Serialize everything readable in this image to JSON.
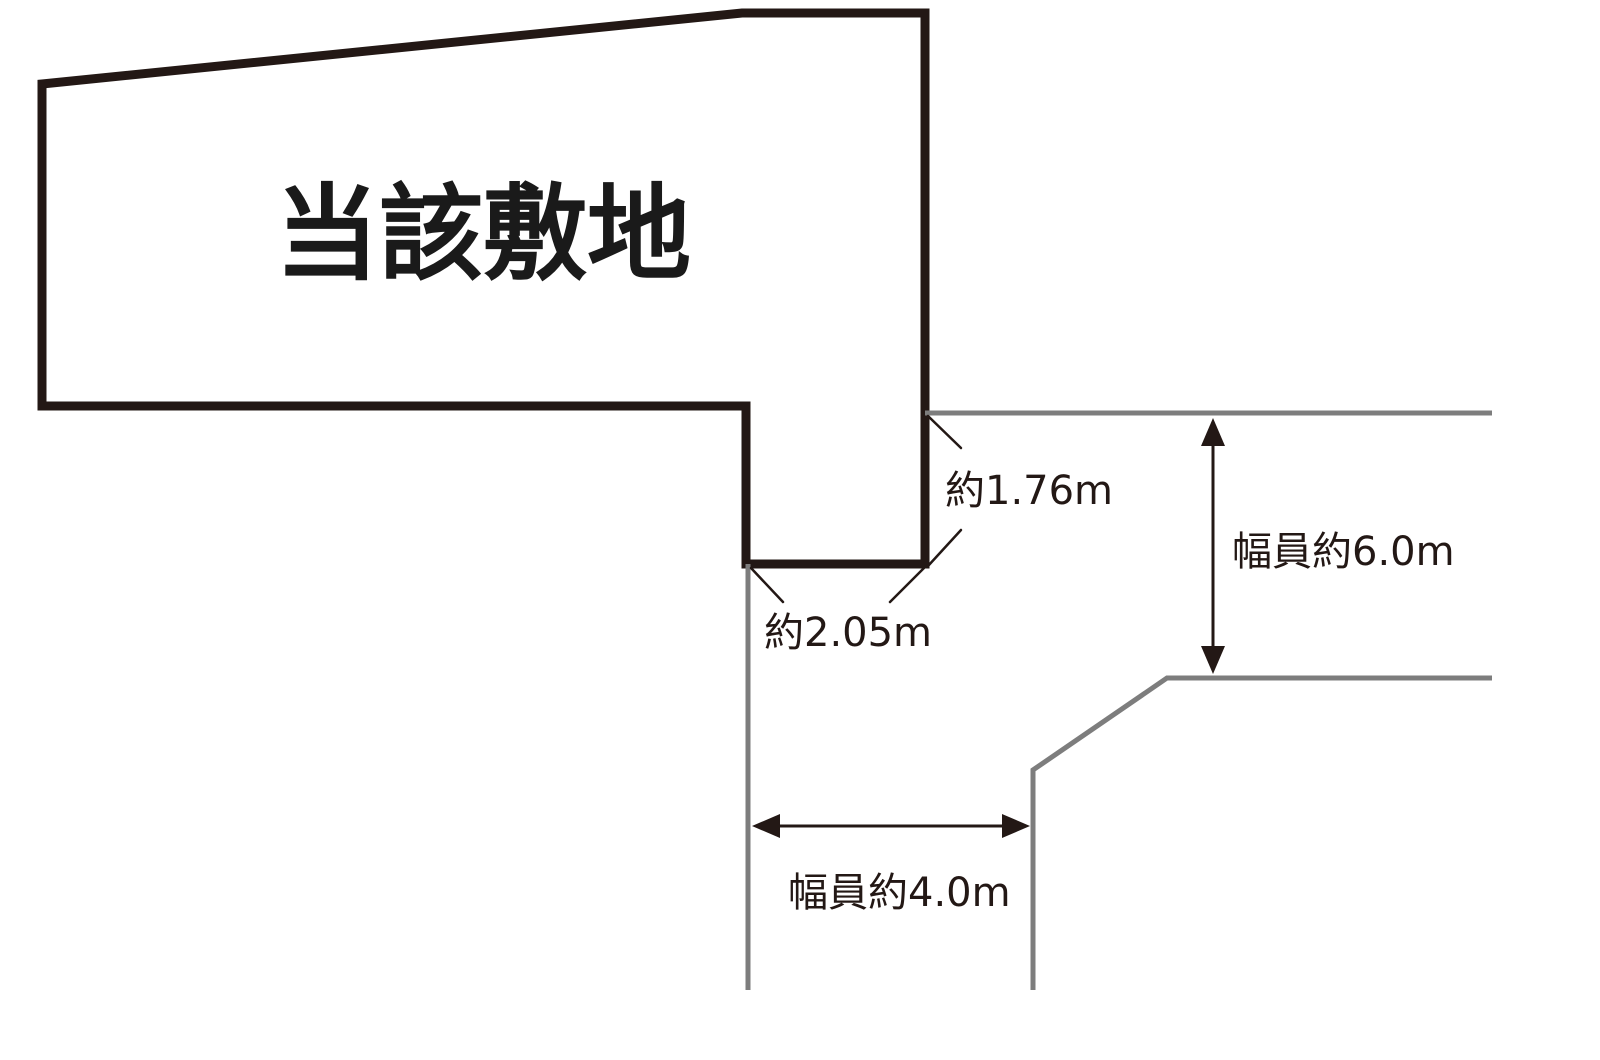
{
  "diagram": {
    "title": "当該敷地",
    "frontage_1": "約1.76m",
    "frontage_2": "約2.05m",
    "road_main_width": "幅員約6.0m",
    "road_side_width": "幅員約4.0m"
  },
  "colors": {
    "lot_outline": "#231815",
    "road_edge": "#7d7d7d",
    "text": "#231815",
    "background": "#ffffff"
  }
}
